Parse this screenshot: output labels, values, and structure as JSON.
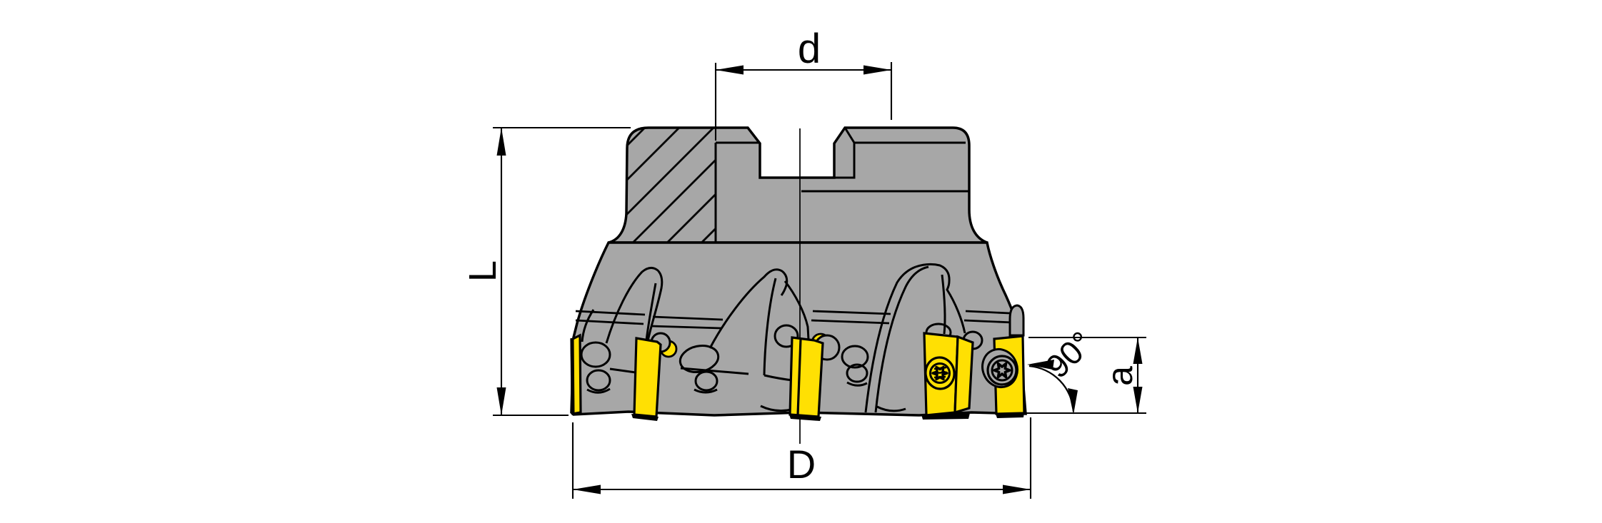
{
  "drawing": {
    "type": "technical-drawing",
    "subject": "indexable face milling cutter, side elevation with half section",
    "colors": {
      "body": "#a7a7a7",
      "insert": "#ffe003",
      "outline": "#000000",
      "background": "#ffffff"
    },
    "labels": {
      "bore_diameter": "d",
      "height": "L",
      "cutter_diameter": "D",
      "depth_of_cut": "a",
      "lead_angle": "90°"
    }
  }
}
